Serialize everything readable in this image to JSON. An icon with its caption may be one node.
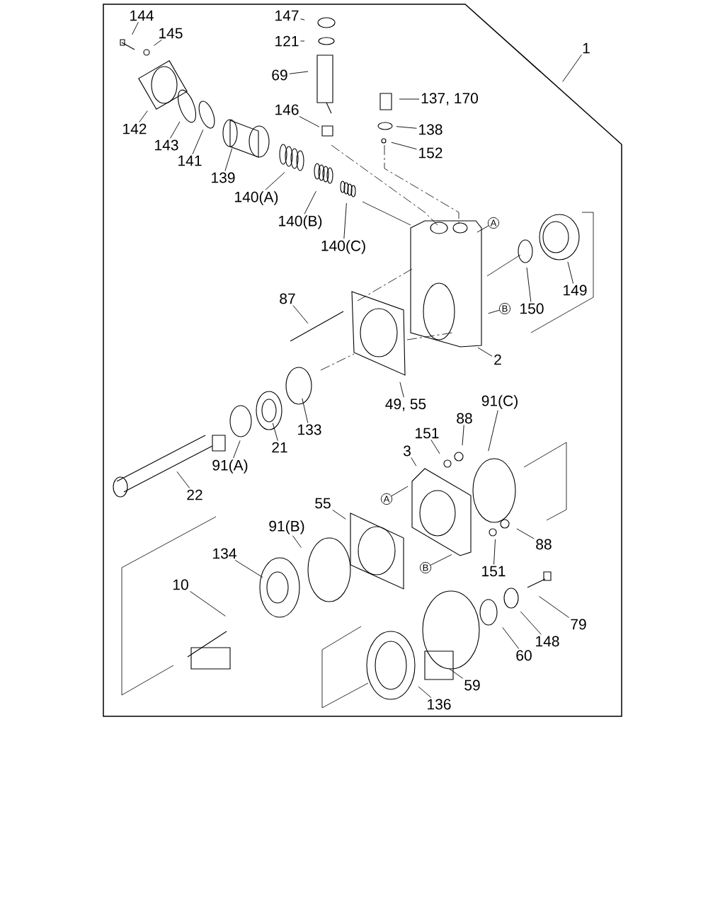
{
  "diagram": {
    "nodes": [
      {
        "text": [
          "144"
        ]
      },
      {
        "text": [
          "145"
        ]
      },
      {
        "text": [
          "147"
        ]
      },
      {
        "text": [
          "121"
        ]
      },
      {
        "text": [
          "69"
        ]
      },
      {
        "text": [
          "1"
        ]
      },
      {
        "text": [
          "137, 170"
        ]
      },
      {
        "text": [
          "146"
        ]
      },
      {
        "text": [
          "138"
        ]
      },
      {
        "text": [
          "152"
        ]
      },
      {
        "text": [
          "142"
        ]
      },
      {
        "text": [
          "143"
        ]
      },
      {
        "text": [
          "141"
        ]
      },
      {
        "text": [
          "139"
        ]
      },
      {
        "text": [
          "140(A)"
        ]
      },
      {
        "text": [
          "140(B)"
        ]
      },
      {
        "text": [
          "140(C)"
        ]
      },
      {
        "text": [
          "A"
        ]
      },
      {
        "text": [
          "87"
        ]
      },
      {
        "text": [
          "B"
        ]
      },
      {
        "text": [
          "150"
        ]
      },
      {
        "text": [
          "149"
        ]
      },
      {
        "text": [
          "2"
        ]
      },
      {
        "text": [
          "49, 55"
        ]
      },
      {
        "text": [
          "133"
        ]
      },
      {
        "text": [
          "21"
        ]
      },
      {
        "text": [
          "91(A)"
        ]
      },
      {
        "text": [
          "22"
        ]
      },
      {
        "text": [
          "151"
        ]
      },
      {
        "text": [
          "88"
        ]
      },
      {
        "text": [
          "91(C)"
        ]
      },
      {
        "text": [
          "3"
        ]
      },
      {
        "text": [
          "A"
        ]
      },
      {
        "text": [
          "55"
        ]
      },
      {
        "text": [
          "91(B)"
        ]
      },
      {
        "text": [
          "88"
        ]
      },
      {
        "text": [
          "B"
        ]
      },
      {
        "text": [
          "151"
        ]
      },
      {
        "text": [
          "134"
        ]
      },
      {
        "text": [
          "10"
        ]
      },
      {
        "text": [
          "79"
        ]
      },
      {
        "text": [
          "148"
        ]
      },
      {
        "text": [
          "60"
        ]
      },
      {
        "text": [
          "59"
        ]
      },
      {
        "text": [
          "136"
        ]
      }
    ],
    "edges": [
      {
        "from": 0,
        "to": null,
        "arrow": "none"
      },
      {
        "from": 1,
        "to": null,
        "arrow": "none"
      },
      {
        "from": 2,
        "to": null,
        "arrow": "none"
      },
      {
        "from": 3,
        "to": null,
        "arrow": "none"
      },
      {
        "from": 4,
        "to": null,
        "arrow": "none"
      },
      {
        "from": 5,
        "to": null,
        "arrow": "none"
      },
      {
        "from": 6,
        "to": null,
        "arrow": "none"
      },
      {
        "from": 7,
        "to": null,
        "arrow": "none"
      },
      {
        "from": 8,
        "to": null,
        "arrow": "none"
      },
      {
        "from": 9,
        "to": null,
        "arrow": "none"
      },
      {
        "from": 10,
        "to": null,
        "arrow": "none"
      },
      {
        "from": 11,
        "to": null,
        "arrow": "none"
      },
      {
        "from": 12,
        "to": null,
        "arrow": "none"
      },
      {
        "from": 13,
        "to": null,
        "arrow": "none"
      },
      {
        "from": 14,
        "to": null,
        "arrow": "none"
      },
      {
        "from": 15,
        "to": null,
        "arrow": "none"
      },
      {
        "from": 16,
        "to": null,
        "arrow": "none"
      },
      {
        "from": 17,
        "to": null,
        "arrow": "none"
      },
      {
        "from": 18,
        "to": null,
        "arrow": "none"
      },
      {
        "from": 19,
        "to": null,
        "arrow": "none"
      },
      {
        "from": 20,
        "to": null,
        "arrow": "none"
      },
      {
        "from": 21,
        "to": null,
        "arrow": "none"
      },
      {
        "from": 22,
        "to": null,
        "arrow": "none"
      },
      {
        "from": 23,
        "to": null,
        "arrow": "none"
      },
      {
        "from": 24,
        "to": null,
        "arrow": "none"
      },
      {
        "from": 25,
        "to": null,
        "arrow": "none"
      },
      {
        "from": 26,
        "to": null,
        "arrow": "none"
      },
      {
        "from": 27,
        "to": null,
        "arrow": "none"
      },
      {
        "from": 28,
        "to": null,
        "arrow": "none"
      },
      {
        "from": 29,
        "to": null,
        "arrow": "none"
      },
      {
        "from": 30,
        "to": null,
        "arrow": "none"
      },
      {
        "from": 31,
        "to": null,
        "arrow": "none"
      },
      {
        "from": 32,
        "to": null,
        "arrow": "none"
      },
      {
        "from": 33,
        "to": null,
        "arrow": "none"
      },
      {
        "from": 34,
        "to": null,
        "arrow": "none"
      },
      {
        "from": 35,
        "to": null,
        "arrow": "none"
      },
      {
        "from": 36,
        "to": null,
        "arrow": "none"
      },
      {
        "from": 37,
        "to": null,
        "arrow": "none"
      },
      {
        "from": 38,
        "to": null,
        "arrow": "none"
      },
      {
        "from": 39,
        "to": null,
        "arrow": "none"
      },
      {
        "from": 40,
        "to": null,
        "arrow": "none"
      },
      {
        "from": 41,
        "to": null,
        "arrow": "none"
      },
      {
        "from": 42,
        "to": null,
        "arrow": "none"
      },
      {
        "from": 43,
        "to": null,
        "arrow": "none"
      },
      {
        "from": 44,
        "to": null,
        "arrow": "none"
      }
    ]
  }
}
